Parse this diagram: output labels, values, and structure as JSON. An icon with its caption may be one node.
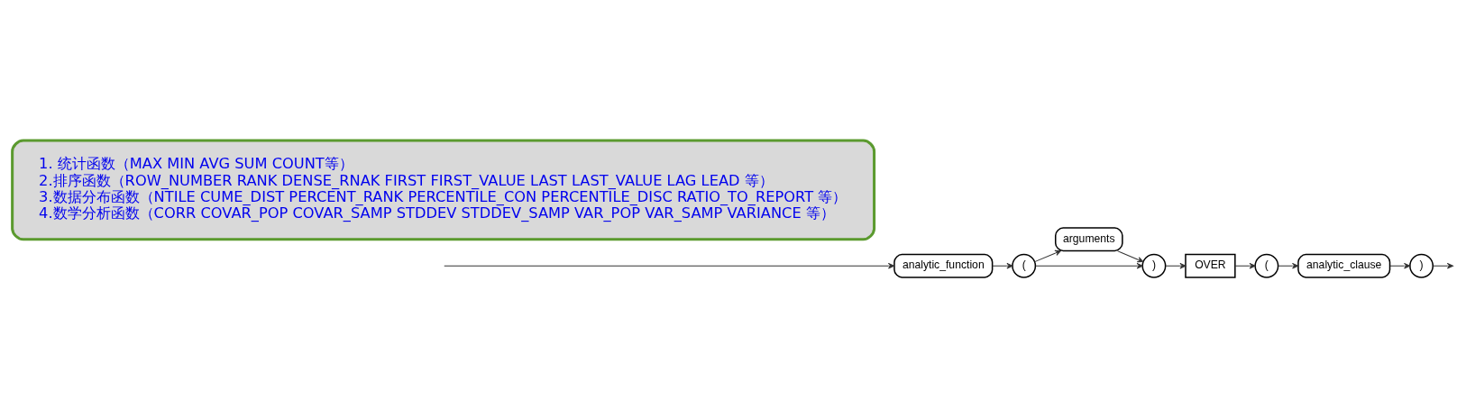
{
  "diagram": {
    "nodes": [
      {
        "text": [
          "analytic_function"
        ]
      },
      {
        "text": [
          "("
        ]
      },
      {
        "text": [
          "arguments"
        ]
      },
      {
        "text": [
          ")"
        ]
      },
      {
        "text": [
          "OVER"
        ]
      },
      {
        "text": [
          "("
        ]
      },
      {
        "text": [
          "analytic_clause"
        ]
      },
      {
        "text": [
          ")"
        ]
      },
      {
        "text": [
          "1. 统计函数（MAX MIN AVG SUM COUNT等）",
          "2.排序函数（ROW_NUMBER RANK DENSE_RNAK FIRST FIRST_VALUE LAST LAST_VALUE LAG LEAD 等）",
          "3.数据分布函数（NTILE CUME_DIST PERCENT_RANK PERCENTILE_CON PERCENTILE_DISC RATIO_TO_REPORT 等）",
          "4.数学分析函数（CORR COVAR_POP COVAR_SAMP STDDEV STDDEV_SAMP VAR_POP VAR_SAMP VARIANCE 等）"
        ]
      }
    ],
    "edges": [
      {
        "from": null,
        "to": 0,
        "arrow": "to"
      },
      {
        "from": 0,
        "to": 1,
        "arrow": "to"
      },
      {
        "from": 1,
        "to": 2,
        "arrow": "to"
      },
      {
        "from": 1,
        "to": 3,
        "arrow": "to"
      },
      {
        "from": 2,
        "to": 3,
        "arrow": "to"
      },
      {
        "from": 3,
        "to": 4,
        "arrow": "to"
      },
      {
        "from": 4,
        "to": 5,
        "arrow": "to"
      },
      {
        "from": 5,
        "to": 6,
        "arrow": "to"
      },
      {
        "from": 6,
        "to": 7,
        "arrow": "to"
      },
      {
        "from": 7,
        "to": null,
        "arrow": "to"
      }
    ]
  }
}
